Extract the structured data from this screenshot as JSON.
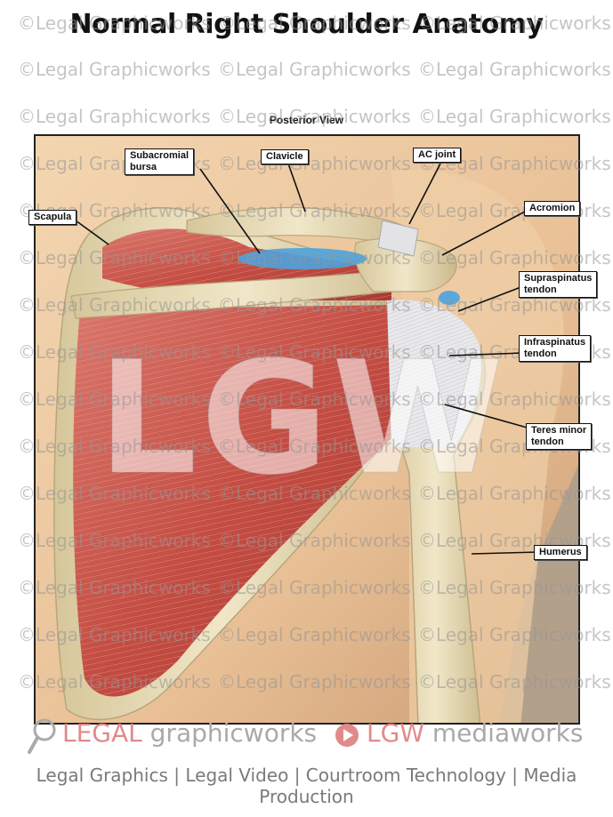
{
  "title": "Normal Right Shoulder Anatomy",
  "view_label": "Posterior View",
  "labels": {
    "subacromial_bursa": "Subacromial\nbursa",
    "clavicle": "Clavicle",
    "ac_joint": "AC joint",
    "scapula": "Scapula",
    "acromion": "Acromion",
    "supraspinatus": "Supraspinatus\ntendon",
    "infraspinatus": "Infraspinatus\ntendon",
    "teres_minor": "Teres minor\ntendon",
    "humerus": "Humerus"
  },
  "watermark_text": "©Legal Graphicworks",
  "big_watermark": "LGW",
  "footer": {
    "logo1_red": "LEGAL",
    "logo1_grey": "graphicworks",
    "logo2_red": "LGW",
    "logo2_grey": "mediaworks",
    "tagline": "Legal Graphics | Legal Video | Courtroom Technology | Media Production"
  },
  "colors": {
    "skin": "#ecc9a0",
    "bone": "#e9dcb8",
    "muscle": "#c8574c",
    "tendon": "#e8e8ea",
    "bursa": "#4aa3e0"
  },
  "icons": [
    "magnifier-icon",
    "play-icon"
  ]
}
